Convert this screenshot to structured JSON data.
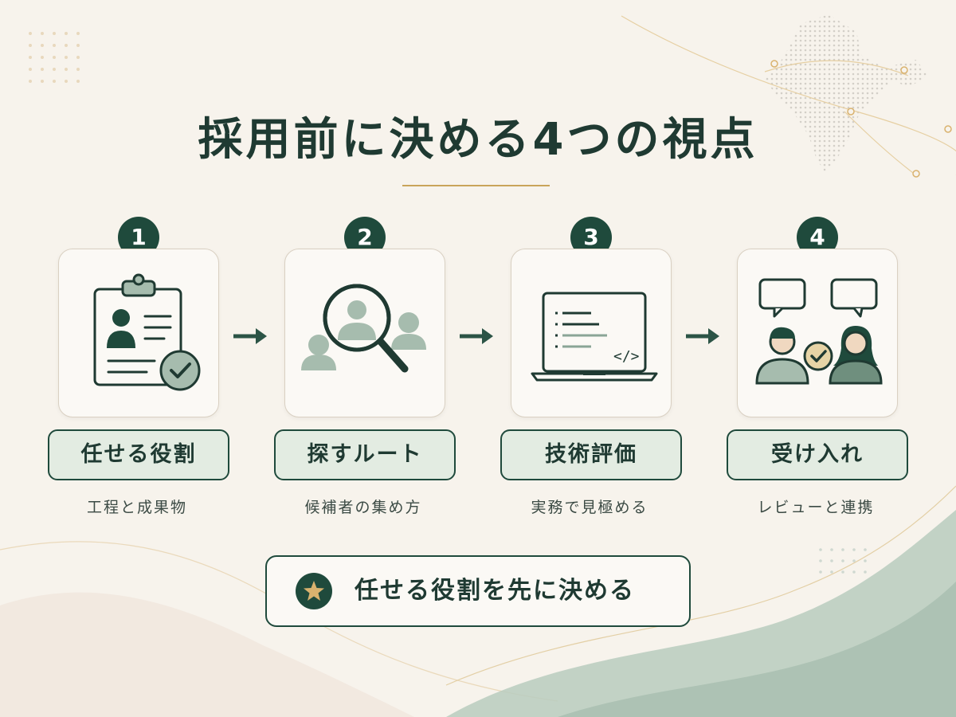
{
  "title": "採用前に決める4つの視点",
  "steps": [
    {
      "number": "1",
      "label": "任せる役割",
      "desc": "工程と成果物",
      "icon": "clipboard-profile-check-icon"
    },
    {
      "number": "2",
      "label": "探すルート",
      "desc": "候補者の集め方",
      "icon": "magnifier-people-icon"
    },
    {
      "number": "3",
      "label": "技術評価",
      "desc": "実務で見極める",
      "icon": "laptop-code-icon"
    },
    {
      "number": "4",
      "label": "受け入れ",
      "desc": "レビューと連携",
      "icon": "two-people-chat-icon"
    }
  ],
  "callout": {
    "text": "任せる役割を先に決める",
    "icon": "star-icon"
  },
  "colors": {
    "primary": "#1f4a3c",
    "accent": "#c9a45a",
    "label_bg": "#e3ece2",
    "background": "#f7f3ec"
  }
}
